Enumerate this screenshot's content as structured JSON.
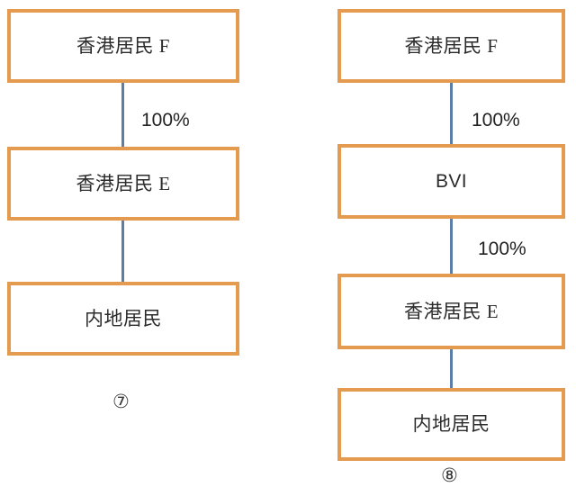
{
  "diagram": {
    "title": "",
    "colors": {
      "node_border": "#E59B4F",
      "node_fill": "#FFFFFF",
      "connector": "#5C7FA8",
      "text": "#2b2b2b",
      "background": "#FFFFFF"
    },
    "charts": [
      {
        "caption": "⑦",
        "nodes": [
          {
            "label": "香港居民 F"
          },
          {
            "label": "香港居民 E"
          },
          {
            "label": "内地居民"
          }
        ],
        "edges": [
          {
            "from": "香港居民 F",
            "to": "香港居民 E",
            "label": "100%"
          },
          {
            "from": "香港居民 E",
            "to": "内地居民",
            "label": ""
          }
        ]
      },
      {
        "caption": "⑧",
        "nodes": [
          {
            "label": "香港居民 F"
          },
          {
            "label": "BVI"
          },
          {
            "label": "香港居民 E"
          },
          {
            "label": "内地居民"
          }
        ],
        "edges": [
          {
            "from": "香港居民 F",
            "to": "BVI",
            "label": "100%"
          },
          {
            "from": "BVI",
            "to": "香港居民 E",
            "label": "100%"
          },
          {
            "from": "香港居民 E",
            "to": "内地居民",
            "label": ""
          }
        ]
      }
    ]
  }
}
